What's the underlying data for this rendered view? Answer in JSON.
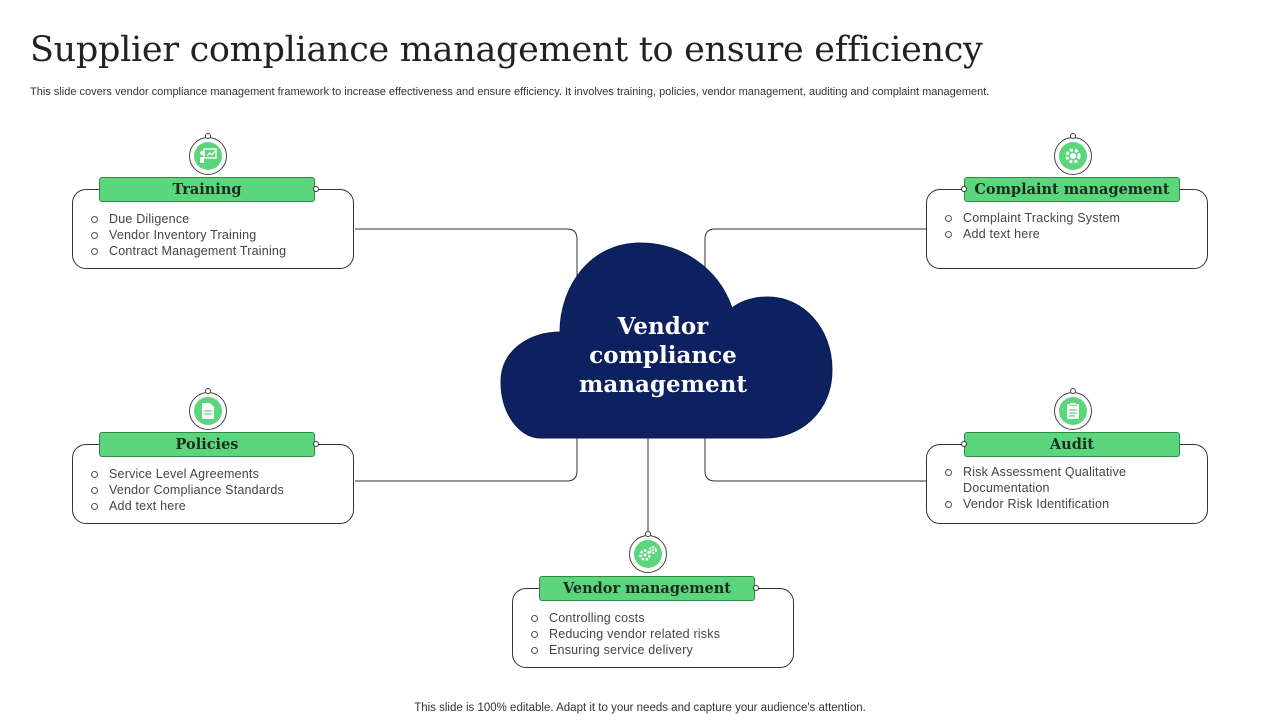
{
  "header": {
    "title": "Supplier compliance management to ensure efficiency",
    "subtitle": "This slide covers vendor compliance management framework to increase effectiveness and ensure efficiency. It involves training, policies, vendor management, auditing and complaint management."
  },
  "center": {
    "line1": "Vendor",
    "line2": "compliance",
    "line3": "management",
    "color": "#0d2160"
  },
  "nodes": {
    "training": {
      "label": "Training",
      "icon": "training-board-icon",
      "items": [
        "Due Diligence",
        "Vendor Inventory  Training",
        "Contract Management  Training"
      ]
    },
    "complaint": {
      "label": "Complaint management",
      "icon": "gear-badge-icon",
      "items": [
        "Complaint Tracking System",
        "Add text here"
      ]
    },
    "policies": {
      "label": "Policies",
      "icon": "document-icon",
      "items": [
        "Service  Level  Agreements",
        "Vendor Compliance  Standards",
        "Add text here"
      ]
    },
    "audit": {
      "label": "Audit",
      "icon": "clipboard-icon",
      "items": [
        "Risk Assessment Qualitative",
        "Documentation",
        "Vendor Risk Identification"
      ]
    },
    "vendor": {
      "label": "Vendor management",
      "icon": "gears-icon",
      "items": [
        "Controlling  costs",
        "Reducing vendor  related risks",
        "Ensuring service  delivery"
      ]
    }
  },
  "colors": {
    "accent_green": "#5cd67c",
    "navy": "#0d2160"
  },
  "footer": "This slide is 100% editable. Adapt it to your needs and capture your audience's attention."
}
